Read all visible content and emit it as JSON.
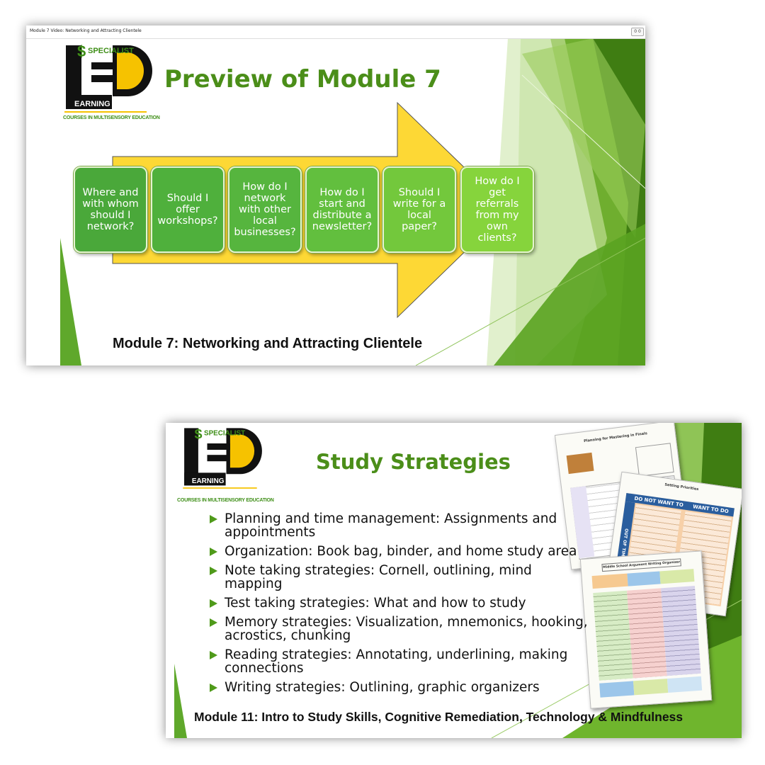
{
  "slide1": {
    "window_title": "Module 7 Video: Networking and Attracting Clientele",
    "window_button_label": "0 0",
    "logo": {
      "top_text": "SPECIALIST",
      "bottom_text": "EARNING",
      "tagline": "COURSES IN MULTISENSORY EDUCATION"
    },
    "title": "Preview of Module 7",
    "steps": [
      {
        "text": "Where and with whom should I network?",
        "color": "#4aa83a"
      },
      {
        "text": "Should I offer workshops?",
        "color": "#4fb03c"
      },
      {
        "text": "How do I network with other local businesses?",
        "color": "#56b53e"
      },
      {
        "text": "How do I start and distribute a newsletter?",
        "color": "#62bf3e"
      },
      {
        "text": "Should I write for a local paper?",
        "color": "#73c83c"
      },
      {
        "text": "How do I get referrals from my own clients?",
        "color": "#86d43c"
      }
    ],
    "footer": "Module 7: Networking and Attracting Clientele"
  },
  "slide2": {
    "logo": {
      "top_text": "SPECIALIST",
      "bottom_text": "EARNING",
      "tagline": "COURSES IN MULTISENSORY EDUCATION"
    },
    "title": "Study Strategies",
    "bullets": [
      "Planning and time management: Assignments and appointments",
      "Organization: Book bag, binder, and home study area",
      "Note taking strategies: Cornell, outlining, mind mapping",
      "Test taking strategies: What and how to study",
      "Memory strategies: Visualization, mnemonics, hooking, acrostics, chunking",
      "Reading strategies: Annotating, underlining, making connections",
      "Writing strategies: Outlining, graphic organizers"
    ],
    "documents": {
      "planner_title": "Planning for Mastering in Finals",
      "priorities_title": "Setting Priorities",
      "priorities_col_left": "DO NOT WANT TO DO",
      "priorities_col_right": "WANT TO DO",
      "priorities_row": "OUT OF TIME",
      "organizer_title": "Middle School Argument Writing Organizer"
    },
    "footer": "Module 11: Intro to Study Skills, Cognitive Remediation, Technology & Mindfulness"
  },
  "colors": {
    "title_green": "#4b8e19",
    "arrow_yellow": "#fdd835",
    "bullet_green": "#4f9a1a",
    "dark_green": "#2f6b0e"
  }
}
